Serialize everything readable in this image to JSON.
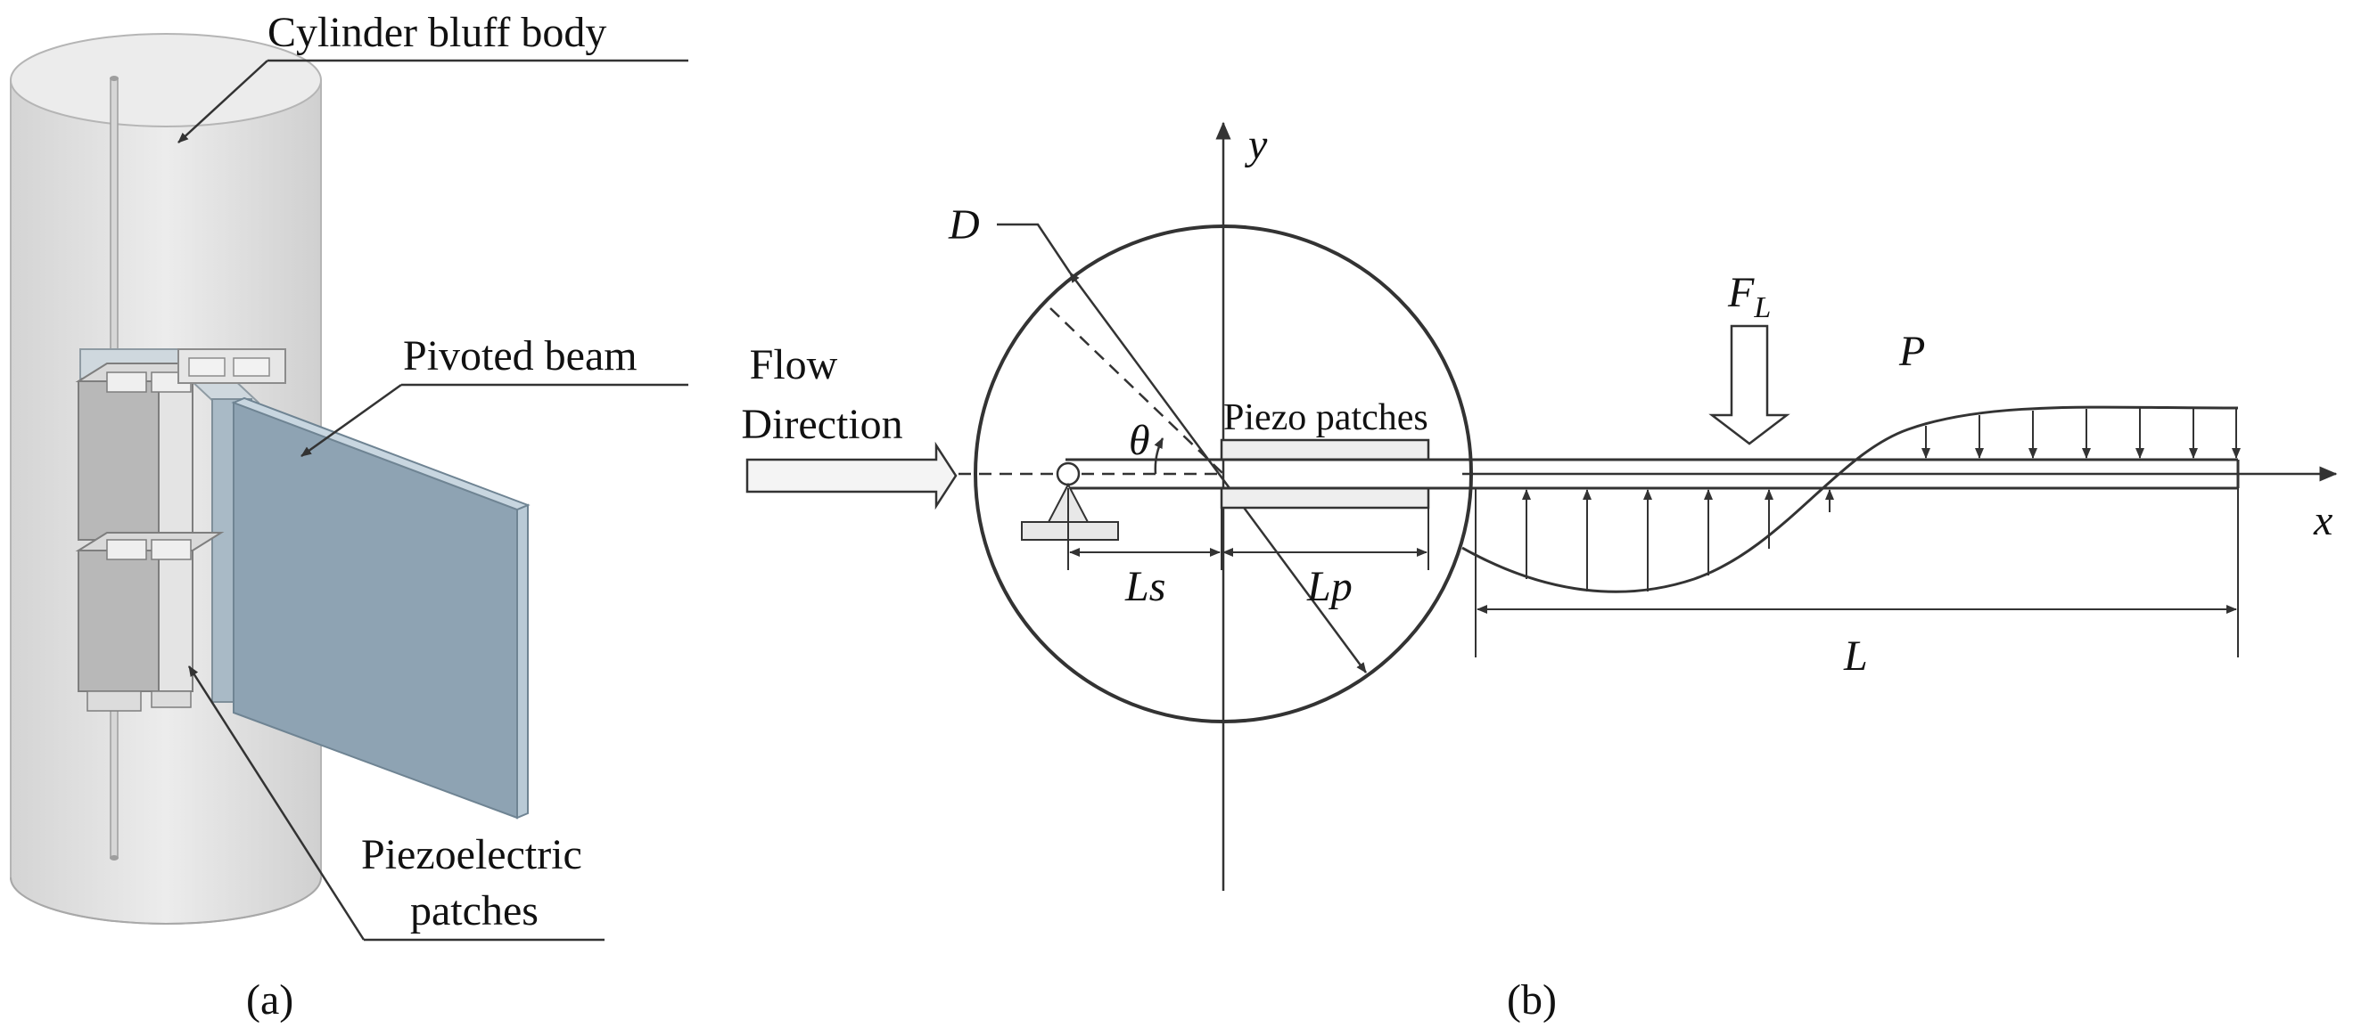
{
  "panel_a": {
    "caption": "(a)",
    "labels": {
      "cylinder": "Cylinder bluff body",
      "beam": "Pivoted beam",
      "patches_line1": "Piezoelectric",
      "patches_line2": "patches"
    }
  },
  "panel_b": {
    "caption": "(b)",
    "labels": {
      "flow_line1": "Flow",
      "flow_line2": "Direction",
      "diameter": "D",
      "theta": "θ",
      "y_axis": "y",
      "x_axis": "x",
      "piezo": "Piezo patches",
      "force_main": "F",
      "force_sub": "L",
      "pressure": "P",
      "ls": "Ls",
      "lp": "Lp",
      "length": "L"
    }
  },
  "colors": {
    "stroke": "#333333",
    "cylinder_fill": "#e2e2e2",
    "beam_face": "#8ea3b3",
    "beam_edge": "#b9cad6",
    "patch_fill": "#c9c9c9",
    "patch_dark": "#9a9a9a",
    "piezo_rect": "#eeeeee"
  }
}
